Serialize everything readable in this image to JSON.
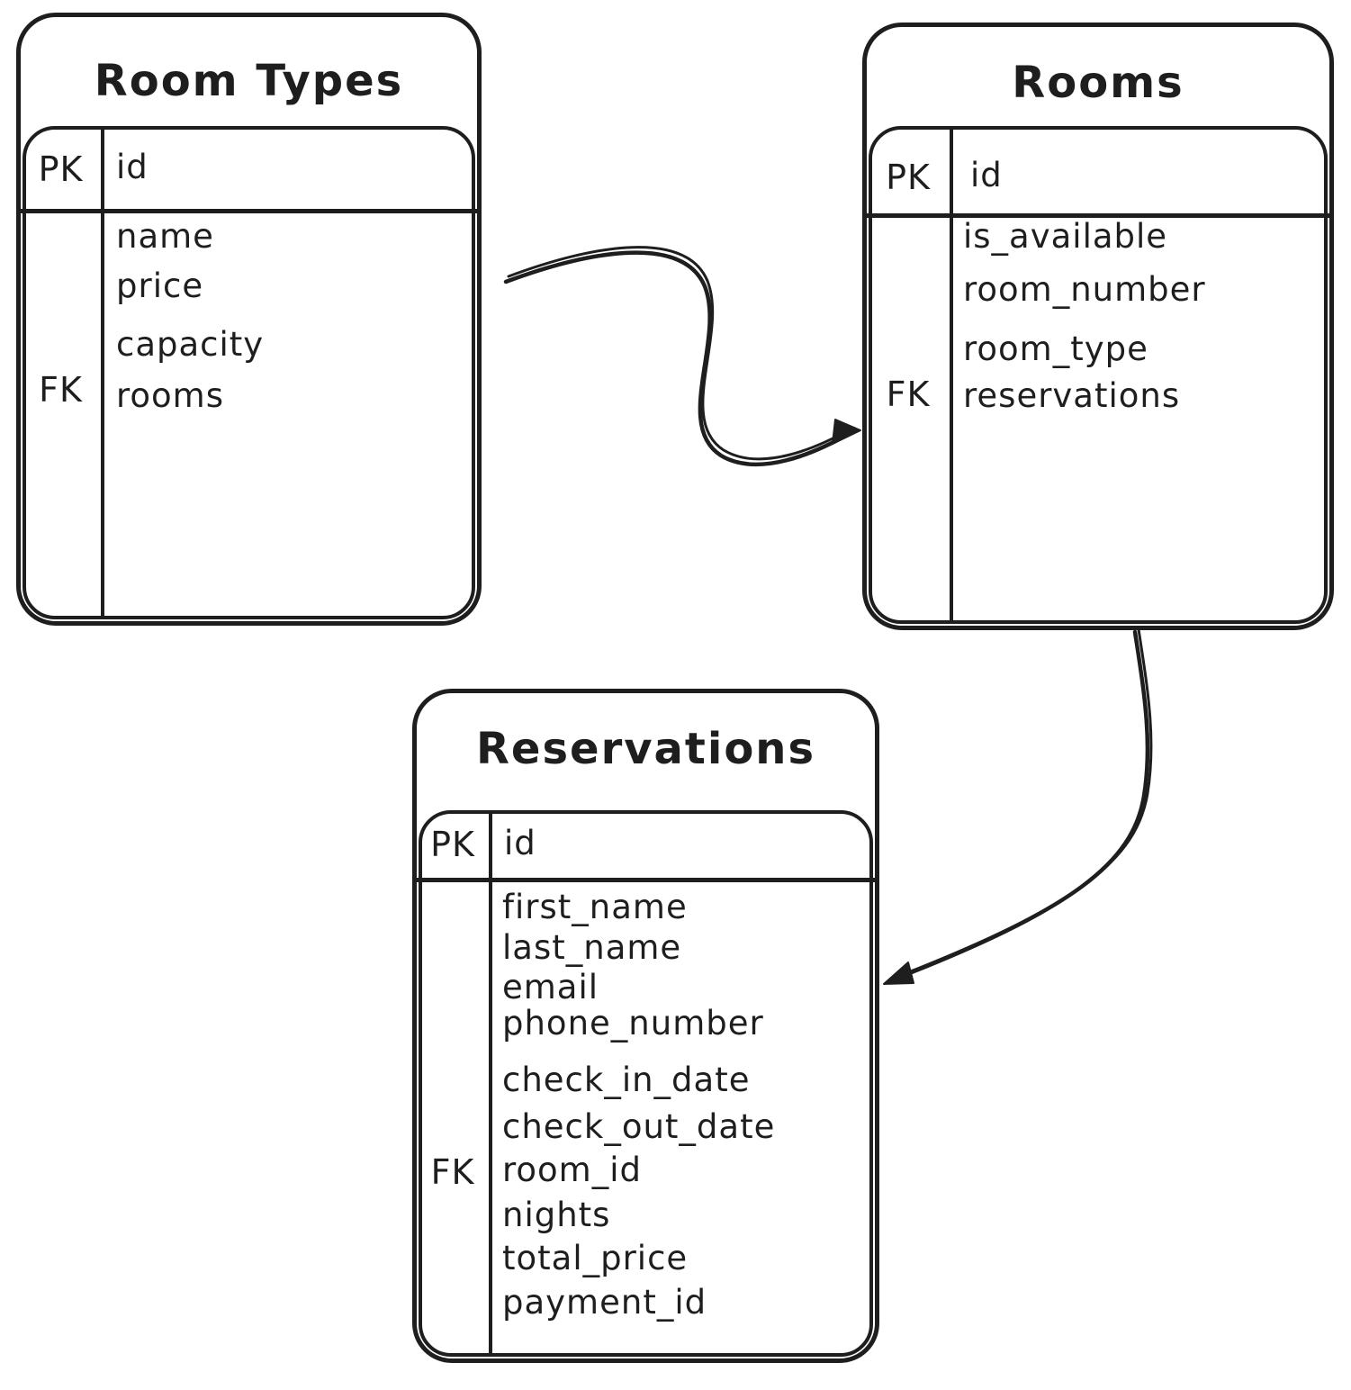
{
  "diagram": {
    "type": "entity-relationship",
    "background_color": "#ffffff",
    "stroke_color": "#1e1e1e"
  },
  "entities": [
    {
      "title": "Room Types",
      "header": {
        "key": "PK",
        "field": "id"
      },
      "rows": [
        {
          "key": "",
          "field": "name"
        },
        {
          "key": "",
          "field": "price"
        },
        {
          "key": "",
          "field": "capacity"
        },
        {
          "key": "FK",
          "field": "rooms"
        }
      ]
    },
    {
      "title": "Rooms",
      "header": {
        "key": "PK",
        "field": "id"
      },
      "rows": [
        {
          "key": "",
          "field": "is_available"
        },
        {
          "key": "",
          "field": "room_number"
        },
        {
          "key": "",
          "field": "room_type"
        },
        {
          "key": "FK",
          "field": "reservations"
        }
      ]
    },
    {
      "title": "Reservations",
      "header": {
        "key": "PK",
        "field": "id"
      },
      "rows": [
        {
          "key": "",
          "field": "first_name"
        },
        {
          "key": "",
          "field": "last_name"
        },
        {
          "key": "",
          "field": "email"
        },
        {
          "key": "",
          "field": "phone_number"
        },
        {
          "key": "",
          "field": "check_in_date"
        },
        {
          "key": "",
          "field": "check_out_date"
        },
        {
          "key": "FK",
          "field": "room_id"
        },
        {
          "key": "",
          "field": "nights"
        },
        {
          "key": "",
          "field": "total_price"
        },
        {
          "key": "",
          "field": "payment_id"
        }
      ]
    }
  ],
  "relations": [
    {
      "from": "Room Types",
      "to": "Rooms"
    },
    {
      "from": "Rooms",
      "to": "Reservations"
    }
  ]
}
